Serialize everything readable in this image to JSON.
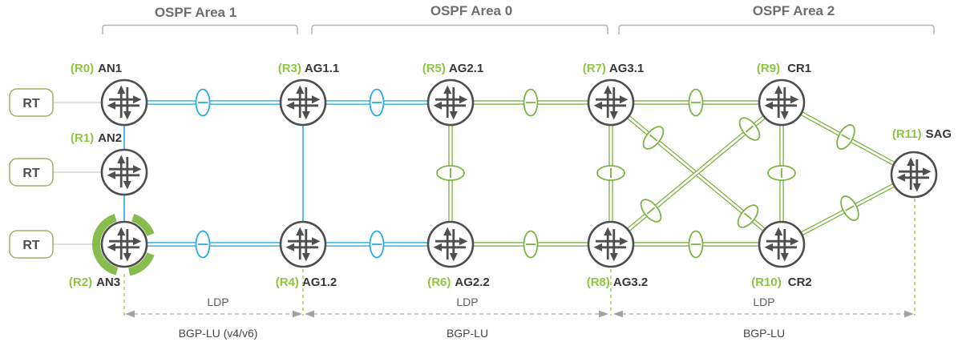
{
  "areas": [
    {
      "label": "OSPF Area 1"
    },
    {
      "label": "OSPF Area 0"
    },
    {
      "label": "OSPF Area 2"
    }
  ],
  "rt": {
    "label": "RT"
  },
  "nodes": [
    {
      "rid": "(R0)",
      "name": "AN1"
    },
    {
      "rid": "(R1)",
      "name": "AN2"
    },
    {
      "rid": "(R2)",
      "name": "AN3"
    },
    {
      "rid": "(R3)",
      "name": "AG1.1"
    },
    {
      "rid": "(R4)",
      "name": "AG1.2"
    },
    {
      "rid": "(R5)",
      "name": "AG2.1"
    },
    {
      "rid": "(R6)",
      "name": "AG2.2"
    },
    {
      "rid": "(R7)",
      "name": "AG3.1"
    },
    {
      "rid": "(R8)",
      "name": "AG3.2"
    },
    {
      "rid": "(R9)",
      "name": "CR1"
    },
    {
      "rid": "(R10)",
      "name": "CR2"
    },
    {
      "rid": "(R11)",
      "name": "SAG"
    }
  ],
  "links": [
    {
      "from": "RT",
      "to": "AN1",
      "type": "access"
    },
    {
      "from": "RT",
      "to": "AN2",
      "type": "access"
    },
    {
      "from": "RT",
      "to": "AN3",
      "type": "access"
    },
    {
      "from": "AN1",
      "to": "AN2",
      "color": "blue",
      "style": "single"
    },
    {
      "from": "AN2",
      "to": "AN3",
      "color": "blue",
      "style": "single"
    },
    {
      "from": "AN1",
      "to": "AG1.1",
      "color": "blue",
      "style": "double",
      "lag": true
    },
    {
      "from": "AN3",
      "to": "AG1.2",
      "color": "blue",
      "style": "double",
      "lag": true
    },
    {
      "from": "AG1.1",
      "to": "AG1.2",
      "color": "blue",
      "style": "single"
    },
    {
      "from": "AG1.1",
      "to": "AG2.1",
      "color": "blue",
      "style": "double",
      "lag": true
    },
    {
      "from": "AG1.2",
      "to": "AG2.2",
      "color": "blue",
      "style": "double",
      "lag": true
    },
    {
      "from": "AG2.1",
      "to": "AG3.1",
      "color": "green",
      "style": "double",
      "lag": true
    },
    {
      "from": "AG2.2",
      "to": "AG3.2",
      "color": "green",
      "style": "double",
      "lag": true
    },
    {
      "from": "AG2.1",
      "to": "AG2.2",
      "color": "green",
      "style": "double",
      "lag": true
    },
    {
      "from": "AG3.1",
      "to": "AG3.2",
      "color": "green",
      "style": "double",
      "lag": true
    },
    {
      "from": "AG3.1",
      "to": "CR1",
      "color": "green",
      "style": "double",
      "lag": true
    },
    {
      "from": "AG3.2",
      "to": "CR2",
      "color": "green",
      "style": "double",
      "lag": true
    },
    {
      "from": "CR1",
      "to": "CR2",
      "color": "green",
      "style": "double",
      "lag": true
    },
    {
      "from": "AG3.1",
      "to": "CR2",
      "color": "green",
      "style": "double",
      "lag": true
    },
    {
      "from": "AG3.2",
      "to": "CR1",
      "color": "green",
      "style": "double",
      "lag": true
    },
    {
      "from": "CR1",
      "to": "SAG",
      "color": "green",
      "style": "double",
      "lag": true
    },
    {
      "from": "CR2",
      "to": "SAG",
      "color": "green",
      "style": "double",
      "lag": true
    }
  ],
  "highlight": {
    "node": "AN3"
  },
  "protocol_spans": [
    {
      "ldp": "LDP",
      "bgp": "BGP-LU (v4/v6)"
    },
    {
      "ldp": "LDP",
      "bgp": "BGP-LU"
    },
    {
      "ldp": "LDP",
      "bgp": "BGP-LU"
    }
  ],
  "colors": {
    "link_blue": "#29abe2",
    "link_green": "#7cb342",
    "label_green": "#8cc63f",
    "highlight_ring_green": "#7eb73f",
    "router_outline": "#4d4d4d"
  }
}
